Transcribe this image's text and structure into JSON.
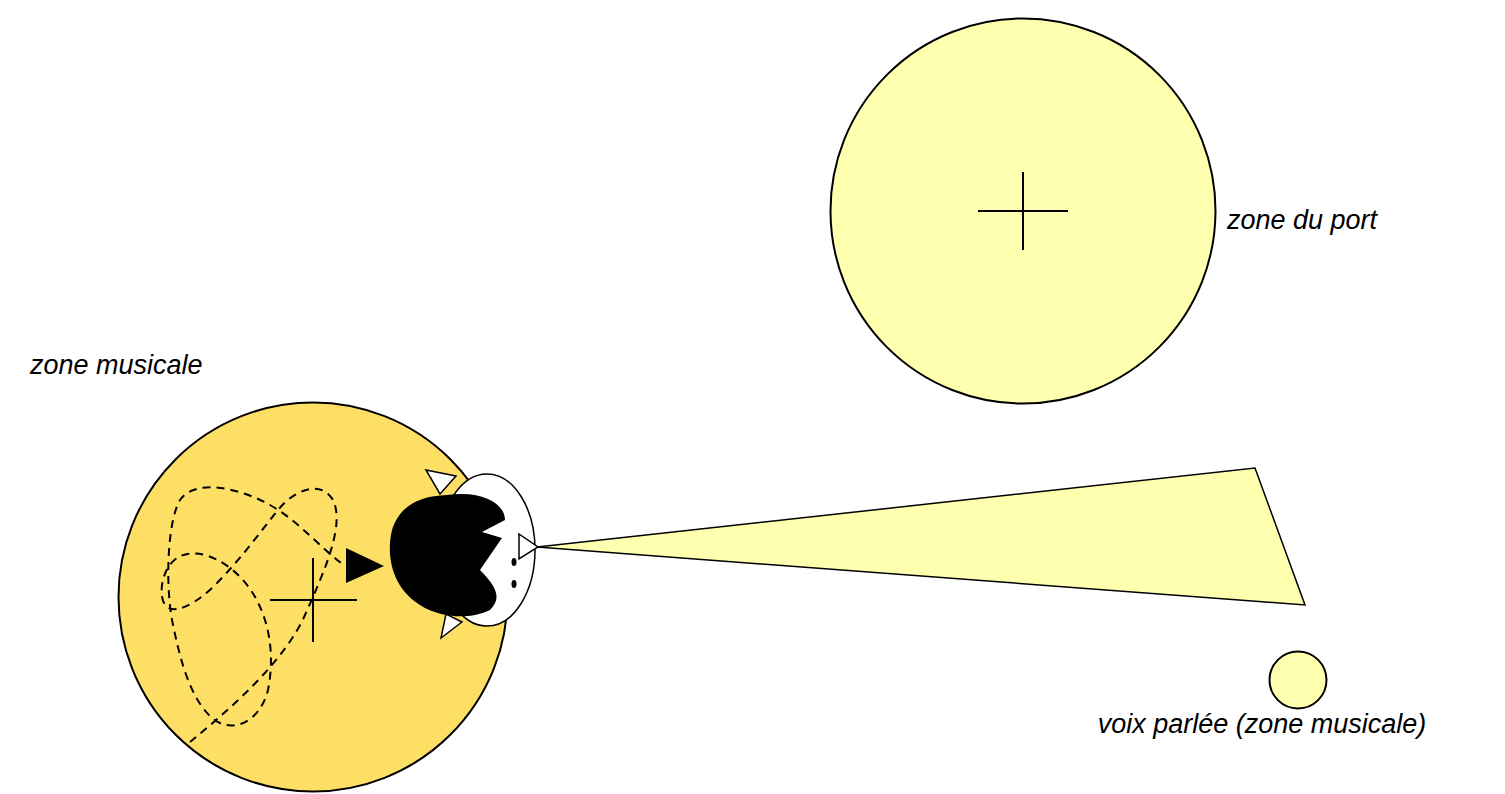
{
  "diagram": {
    "nodes": [
      {
        "text": [
          "zone du port"
        ]
      },
      {
        "text": [
          "zone musicale"
        ]
      },
      {
        "text": [
          "voix parlée (zone musicale)"
        ]
      }
    ]
  }
}
